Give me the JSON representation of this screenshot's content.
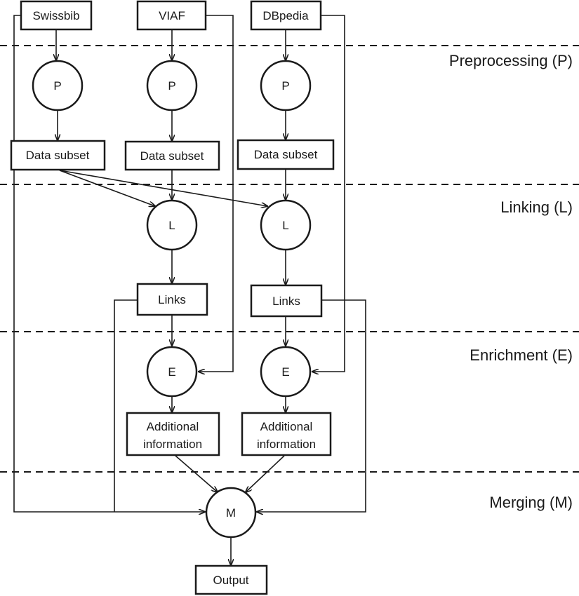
{
  "diagram": {
    "sources": {
      "swissbib": "Swissbib",
      "viaf": "VIAF",
      "dbpedia": "DBpedia"
    },
    "phases": {
      "preprocessing": "Preprocessing (P)",
      "linking": "Linking (L)",
      "enrichment": "Enrichment (E)",
      "merging": "Merging (M)"
    },
    "process_labels": {
      "p": "P",
      "l": "L",
      "e": "E",
      "m": "M"
    },
    "data_subset": "Data subset",
    "links": "Links",
    "additional_information": [
      "Additional",
      "information"
    ],
    "output": "Output"
  }
}
